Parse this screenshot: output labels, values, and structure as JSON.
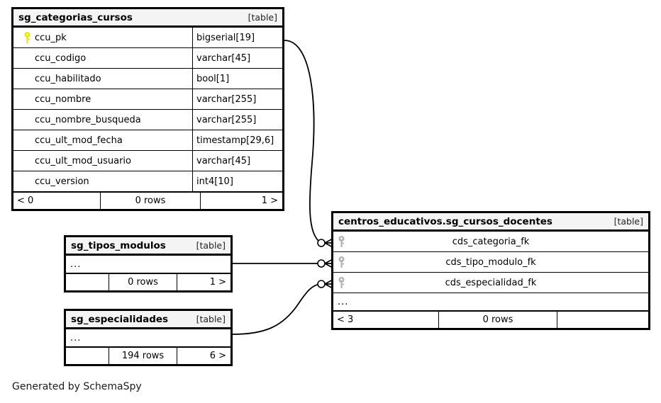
{
  "diagram": {
    "caption": "Generated by SchemaSpy",
    "table_tag": "[table]",
    "ellipsis": "...",
    "colors": {
      "primary_key": "#e8e800",
      "foreign_key": "#b3b3b3",
      "border": "#000000",
      "header_background": "#f4f4f4",
      "canvas_background": "#ffffff"
    }
  },
  "tables": {
    "categorias_cursos": {
      "name": "sg_categorias_cursos",
      "tag": "[table]",
      "columns": [
        {
          "key": "primary",
          "key_icon": "key-icon-primary",
          "name": "ccu_pk",
          "type": "bigserial[19]"
        },
        {
          "key": "none",
          "key_icon": "",
          "name": "ccu_codigo",
          "type": "varchar[45]"
        },
        {
          "key": "none",
          "key_icon": "",
          "name": "ccu_habilitado",
          "type": "bool[1]"
        },
        {
          "key": "none",
          "key_icon": "",
          "name": "ccu_nombre",
          "type": "varchar[255]"
        },
        {
          "key": "none",
          "key_icon": "",
          "name": "ccu_nombre_busqueda",
          "type": "varchar[255]"
        },
        {
          "key": "none",
          "key_icon": "",
          "name": "ccu_ult_mod_fecha",
          "type": "timestamp[29,6]"
        },
        {
          "key": "none",
          "key_icon": "",
          "name": "ccu_ult_mod_usuario",
          "type": "varchar[45]"
        },
        {
          "key": "none",
          "key_icon": "",
          "name": "ccu_version",
          "type": "int4[10]"
        }
      ],
      "footer": {
        "left": "< 0",
        "middle": "0 rows",
        "right": "1 >"
      }
    },
    "cursos_docentes": {
      "name": "centros_educativos.sg_cursos_docentes",
      "tag": "[table]",
      "columns": [
        {
          "key": "foreign",
          "key_icon": "key-icon-foreign",
          "name": "cds_categoria_fk"
        },
        {
          "key": "foreign",
          "key_icon": "key-icon-foreign",
          "name": "cds_tipo_modulo_fk"
        },
        {
          "key": "foreign",
          "key_icon": "key-icon-foreign",
          "name": "cds_especialidad_fk"
        }
      ],
      "more": "...",
      "footer": {
        "left": "< 3",
        "middle": "0 rows",
        "right": ""
      }
    },
    "tipos_modulos": {
      "name": "sg_tipos_modulos",
      "tag": "[table]",
      "more": "...",
      "footer": {
        "left": "",
        "middle": "0 rows",
        "right": "1 >"
      }
    },
    "especialidades": {
      "name": "sg_especialidades",
      "tag": "[table]",
      "more": "...",
      "footer": {
        "left": "",
        "middle": "194 rows",
        "right": "6 >"
      }
    }
  },
  "relationships": [
    {
      "name": "categorias-to-docentes",
      "from": "sg_categorias_cursos.ccu_pk",
      "to": "centros_educativos.sg_cursos_docentes.cds_categoria_fk",
      "cardinality": "zero-or-many"
    },
    {
      "name": "tipos-to-docentes",
      "from": "sg_tipos_modulos",
      "to": "centros_educativos.sg_cursos_docentes.cds_tipo_modulo_fk",
      "cardinality": "zero-or-many"
    },
    {
      "name": "especialidades-to-docentes",
      "from": "sg_especialidades",
      "to": "centros_educativos.sg_cursos_docentes.cds_especialidad_fk",
      "cardinality": "zero-or-many"
    }
  ]
}
